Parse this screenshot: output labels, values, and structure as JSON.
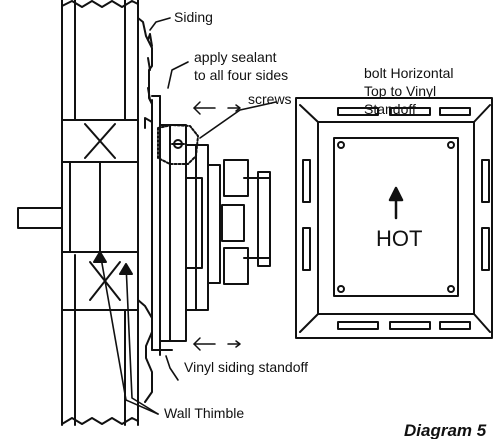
{
  "labels": {
    "siding": "Siding",
    "sealant_line1": "apply sealant",
    "sealant_line2": "to all four sides",
    "screws": "screws",
    "bolt_line1": "bolt Horizontal",
    "bolt_line2": "Top to Vinyl",
    "bolt_line3": "Standoff",
    "hot": "HOT",
    "standoff": "Vinyl siding standoff",
    "wall_thimble": "Wall Thimble",
    "caption": "Diagram 5"
  }
}
